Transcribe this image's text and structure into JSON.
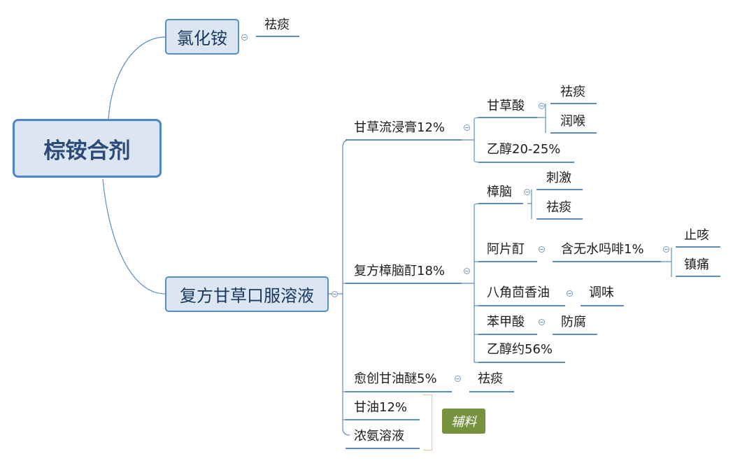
{
  "root": "棕铵合剂",
  "branch_a": {
    "label": "氯化铵",
    "effect": "祛痰"
  },
  "branch_b": {
    "label": "复方甘草口服溶液",
    "licorice_extract": {
      "label": "甘草流浸膏12%",
      "glycyrrhizic_acid": {
        "label": "甘草酸",
        "effects": [
          "祛痰",
          "润喉"
        ]
      },
      "ethanol": "乙醇20-25%"
    },
    "camphor_tincture": {
      "label": "复方樟脑酊18%",
      "camphor": {
        "label": "樟脑",
        "effects": [
          "刺激",
          "祛痰"
        ]
      },
      "opium_tincture": {
        "label": "阿片酊",
        "morphine": "含无水吗啡1%",
        "effects": [
          "止咳",
          "镇痛"
        ]
      },
      "anise_oil": {
        "label": "八角茴香油",
        "effect": "调味"
      },
      "benzoic_acid": {
        "label": "苯甲酸",
        "effect": "防腐"
      },
      "ethanol": "乙醇约56%"
    },
    "guaifenesin": {
      "label": "愈创甘油醚5%",
      "effect": "祛痰"
    },
    "glycerin": "甘油12%",
    "ammonia": "浓氨溶液",
    "excipient_tag": "辅料"
  },
  "colors": {
    "line": "#5b8cc2",
    "box_fill": "#dce6f2",
    "tag_fill": "#76923c",
    "bracket": "#e3c890"
  }
}
